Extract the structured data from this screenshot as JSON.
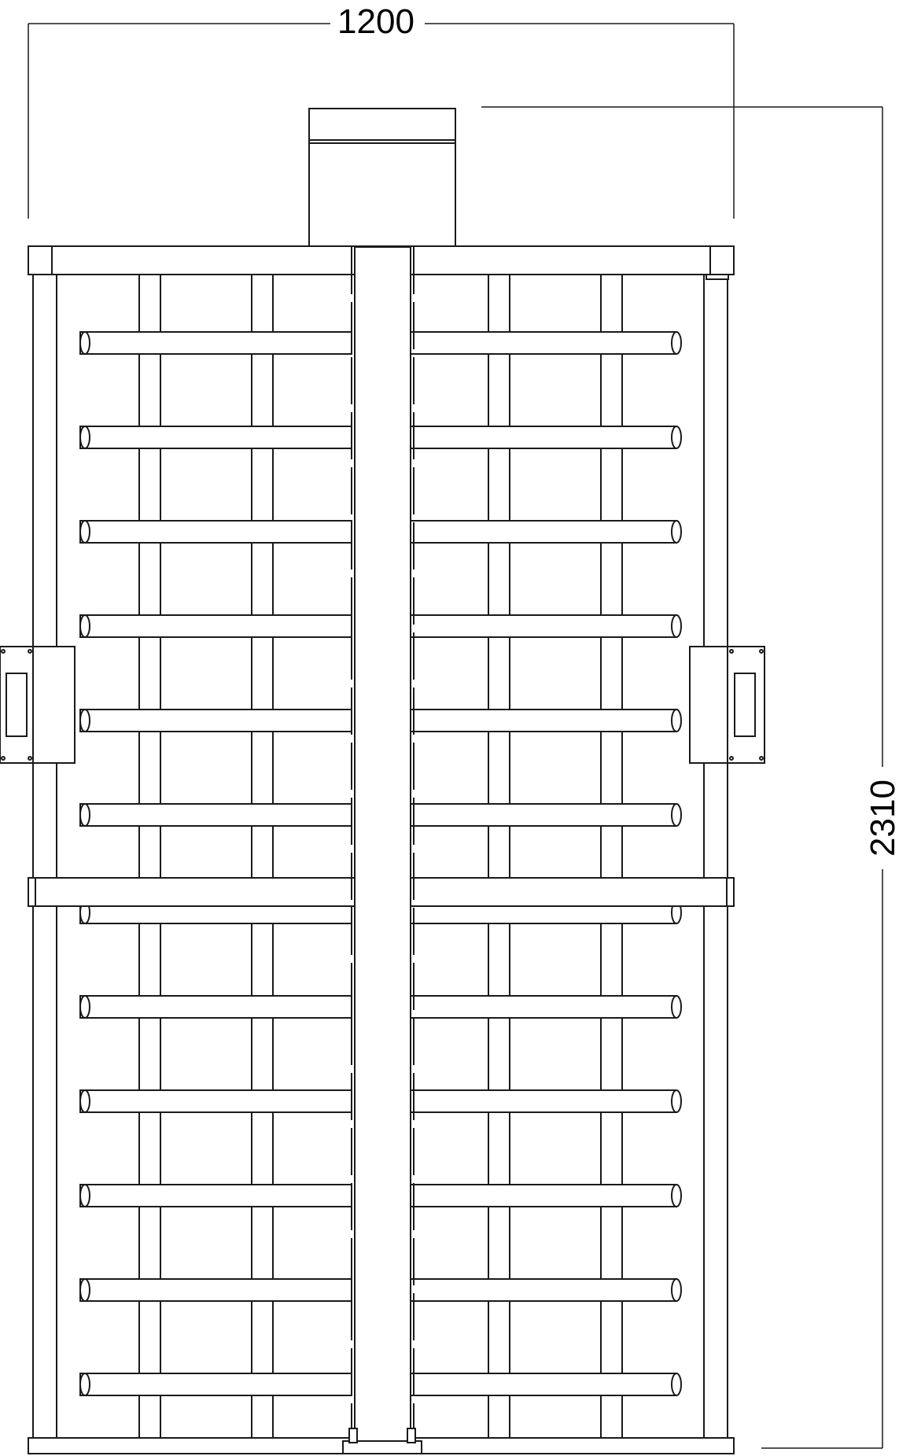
{
  "drawing": {
    "dimensions": {
      "width": "1200",
      "height": "2310"
    },
    "colors": {
      "line": "#1a1a1a",
      "background": "#ffffff"
    },
    "structure": {
      "arm_rows_upper": 6,
      "arm_rows_lower": 6,
      "vertical_bars_per_side": 2,
      "card_readers": 2
    }
  }
}
